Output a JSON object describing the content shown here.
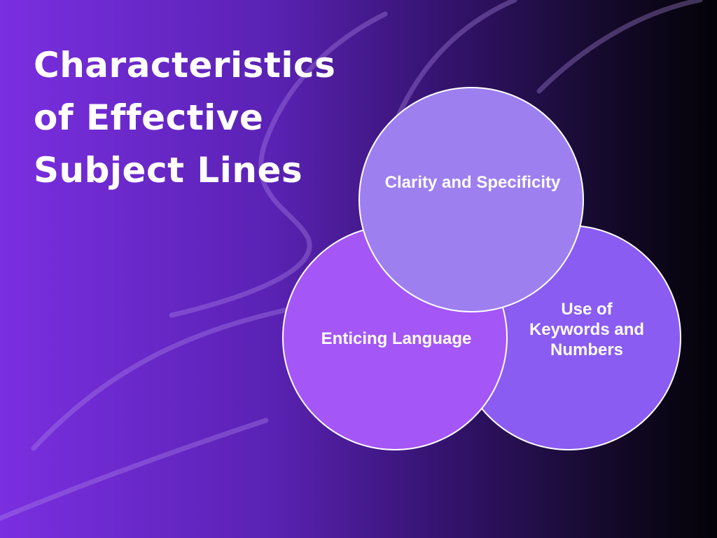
{
  "title": {
    "line1": "Characteristics",
    "line2": "of Effective",
    "line3": "Subject Lines"
  },
  "diagram": {
    "type": "venn-overlap",
    "circles": [
      {
        "label": "Clarity and Specificity",
        "color": "#9d7ff0"
      },
      {
        "label": "Enticing Language",
        "color": "#a556f6"
      },
      {
        "label": "Use of Keywords and Numbers",
        "color": "#8a5cf2"
      }
    ]
  },
  "colors": {
    "background_left": "#7a2fe0",
    "background_right": "#030207",
    "outline": "#ffffff"
  }
}
